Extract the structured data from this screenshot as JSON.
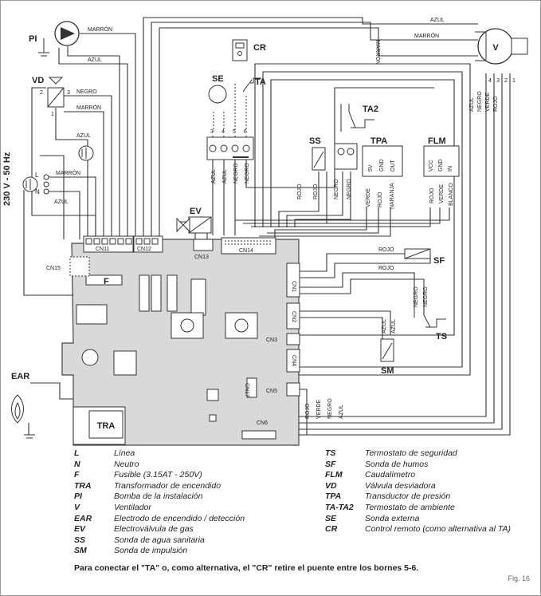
{
  "supply_label": "230 V - 50 Hz",
  "components": {
    "PI": "PI",
    "V": "V",
    "VD": "VD",
    "CR": "CR",
    "SE": "SE",
    "TA": "TA",
    "TA2": "TA2",
    "SS": "SS",
    "TPA": "TPA",
    "FLM": "FLM",
    "EV": "EV",
    "SF": "SF",
    "TS": "TS",
    "SM": "SM",
    "EAR": "EAR",
    "TRA": "TRA",
    "F": "F",
    "L": "L",
    "N": "N"
  },
  "connectors": [
    "CN1",
    "CN2",
    "CN3",
    "CN4",
    "CN5",
    "CN6",
    "CN11",
    "CN12",
    "CN13",
    "CN14",
    "CN15",
    "CN17"
  ],
  "wire_labels": {
    "marron": "MARRÓN",
    "azul": "AZUL",
    "negro": "NEGRO",
    "rojo": "ROJO",
    "verde": "VERDE",
    "naranja": "NARANJA",
    "blanco": "BLANCO"
  },
  "pin_labels": {
    "vd": [
      "2",
      "3",
      "1"
    ],
    "v": [
      "4",
      "3",
      "2",
      "1"
    ],
    "se_ta": [
      "3",
      "4",
      "5",
      "6"
    ],
    "tpa": [
      "5V",
      "GND",
      "OUT"
    ],
    "flm": [
      "VCC",
      "GND",
      "IN"
    ]
  },
  "legend_left": [
    {
      "key": "L",
      "value": "Línea"
    },
    {
      "key": "N",
      "value": "Neutro"
    },
    {
      "key": "F",
      "value": "Fusible (3.15AT - 250V)"
    },
    {
      "key": "TRA",
      "value": "Transformador de encendido"
    },
    {
      "key": "PI",
      "value": "Bomba de la instalación"
    },
    {
      "key": "V",
      "value": "Ventilador"
    },
    {
      "key": "EAR",
      "value": "Electrodo de encendido / detección"
    },
    {
      "key": "EV",
      "value": "Electroválvula de gas"
    },
    {
      "key": "SS",
      "value": "Sonda de agua sanitaria"
    },
    {
      "key": "SM",
      "value": "Sonda de impulsión"
    }
  ],
  "legend_right": [
    {
      "key": "TS",
      "value": "Termostato de seguridad"
    },
    {
      "key": "SF",
      "value": "Sonda de humos"
    },
    {
      "key": "FLM",
      "value": "Caudalímetro"
    },
    {
      "key": "VD",
      "value": "Válvula desviadora"
    },
    {
      "key": "TPA",
      "value": "Transductor de presión"
    },
    {
      "key": "TA-TA2",
      "value": "Termostato de ambiente"
    },
    {
      "key": "SE",
      "value": "Sonda externa"
    },
    {
      "key": "CR",
      "value": "Control remoto (como alternativa al TA)"
    }
  ],
  "note": "Para conectar el \"TA\" o, como alternativa, el \"CR\" retire el puente entre los bornes 5-6.",
  "figure_label": "Fig. 16"
}
